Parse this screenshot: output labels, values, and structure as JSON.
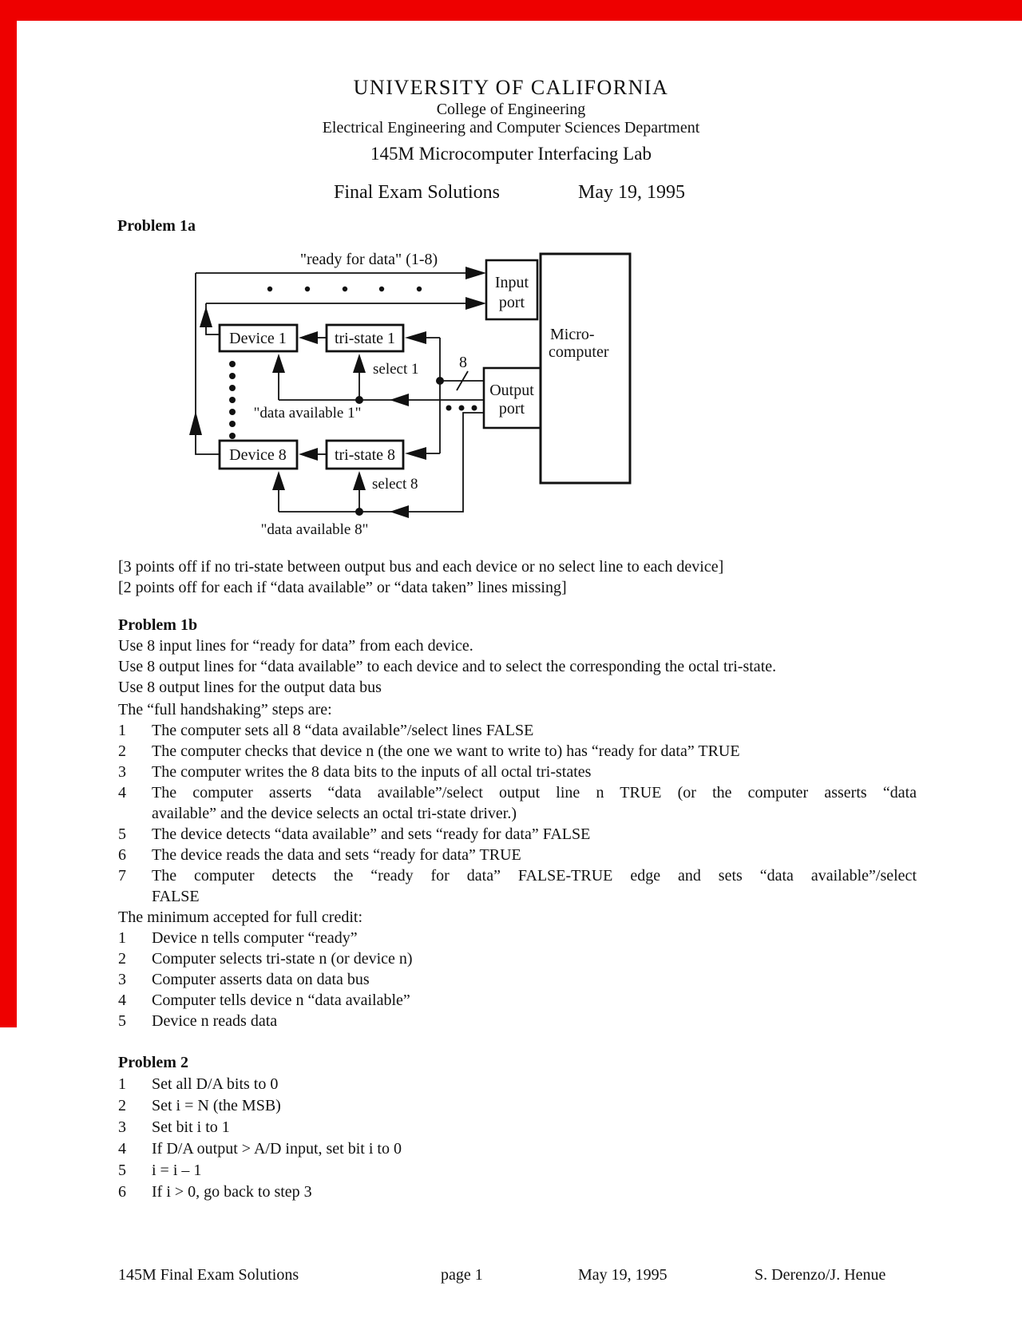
{
  "page": {
    "background": "#ffffff",
    "margin_mark_color": "#ee0000"
  },
  "header": {
    "university": "UNIVERSITY OF CALIFORNIA",
    "college": "College of Engineering",
    "department": "Electrical Engineering and Computer Sciences Department",
    "course": "145M Microcomputer Interfacing Lab",
    "exam_title": "Final Exam Solutions",
    "exam_date": "May 19, 1995"
  },
  "problem1a": {
    "heading": "Problem 1a",
    "diagram": {
      "ready_label": "\"ready for data\" (1-8)",
      "input_port_line1": "Input",
      "input_port_line2": "port",
      "output_port_line1": "Output",
      "output_port_line2": "port",
      "micro_line1": "Micro-",
      "micro_line2": "computer",
      "device1": "Device 1",
      "tristate1": "tri-state 1",
      "device8": "Device 8",
      "tristate8": "tri-state 8",
      "select1": "select 1",
      "select8": "select 8",
      "bus_width": "8",
      "data_available1": "\"data available 1\"",
      "data_available8": "\"data available 8\""
    },
    "notes": [
      "[3 points off if no tri-state between output bus and each device or no select line to each device]",
      "[2 points off for each if “data available” or “data taken” lines missing]"
    ]
  },
  "problem1b": {
    "heading": "Problem 1b",
    "intro_lines": [
      "Use 8 input lines for “ready for data” from each device.",
      "Use 8 output lines for “data available” to each device and to select the corresponding the octal tri-state.",
      "Use 8 output lines for the output data bus"
    ],
    "steps_title": "The “full handshaking” steps are:",
    "steps": [
      {
        "num": "1",
        "lines": [
          "The computer sets all 8 “data available”/select lines FALSE"
        ]
      },
      {
        "num": "2",
        "lines": [
          "The computer checks that device n (the one we want to write to) has “ready for data” TRUE"
        ]
      },
      {
        "num": "3",
        "lines": [
          "The computer writes the 8 data bits to the inputs of all octal tri-states"
        ]
      },
      {
        "num": "4",
        "justify": true,
        "lines": [
          "The computer asserts “data available”/select output line n TRUE (or the computer asserts “data",
          "available” and the device selects an octal tri-state driver.)"
        ]
      },
      {
        "num": "5",
        "lines": [
          "The device detects “data available” and sets “ready for data” FALSE"
        ]
      },
      {
        "num": "6",
        "lines": [
          "The device reads the data and sets “ready for data” TRUE"
        ]
      },
      {
        "num": "7",
        "justify": true,
        "lines": [
          "The computer detects the “ready for data” FALSE-TRUE edge and sets “data available”/select",
          "FALSE"
        ]
      }
    ],
    "minimum_title": "The minimum accepted for full credit:",
    "minimum_steps": [
      {
        "num": "1",
        "lines": [
          "Device n tells computer “ready”"
        ]
      },
      {
        "num": "2",
        "lines": [
          "Computer selects tri-state n (or device n)"
        ]
      },
      {
        "num": "3",
        "lines": [
          "Computer asserts data on data bus"
        ]
      },
      {
        "num": "4",
        "lines": [
          "Computer tells device n “data available”"
        ]
      },
      {
        "num": "5",
        "lines": [
          "Device n reads data"
        ]
      }
    ]
  },
  "problem2": {
    "heading": "Problem 2",
    "steps": [
      {
        "num": "1",
        "lines": [
          "Set all D/A bits to 0"
        ]
      },
      {
        "num": "2",
        "lines": [
          "Set i = N (the MSB)"
        ]
      },
      {
        "num": "3",
        "lines": [
          "Set bit i to 1"
        ]
      },
      {
        "num": "4",
        "lines": [
          "If D/A output > A/D input, set bit i to 0"
        ]
      },
      {
        "num": "5",
        "lines": [
          "i = i – 1"
        ]
      },
      {
        "num": "6",
        "lines": [
          "If i > 0, go back to step 3"
        ]
      }
    ]
  },
  "footer": {
    "left": "145M Final Exam Solutions",
    "page": "page 1",
    "date": "May 19, 1995",
    "authors": "S. Derenzo/J. Henue"
  }
}
